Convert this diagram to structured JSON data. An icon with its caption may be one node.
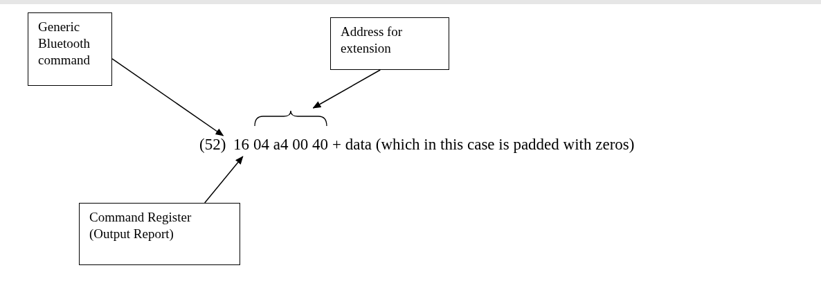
{
  "diagram": {
    "nodes": [
      {
        "text": [
          "Generic Bluetooth command"
        ]
      },
      {
        "text": [
          "Address for extension"
        ]
      },
      {
        "text": [
          "Command Register (Output Report)"
        ]
      },
      {
        "text": [
          "(52)"
        ]
      },
      {
        "text": [
          "16"
        ]
      },
      {
        "text": [
          "04 a4 00 40"
        ]
      }
    ],
    "edges": [
      {
        "from": 0,
        "to": 3,
        "arrow": "to"
      },
      {
        "from": 1,
        "to": 5,
        "arrow": "to"
      },
      {
        "from": 2,
        "to": 4,
        "arrow": "to"
      }
    ],
    "labels": [
      "+ data (which in this case is padded with zeros)"
    ]
  }
}
